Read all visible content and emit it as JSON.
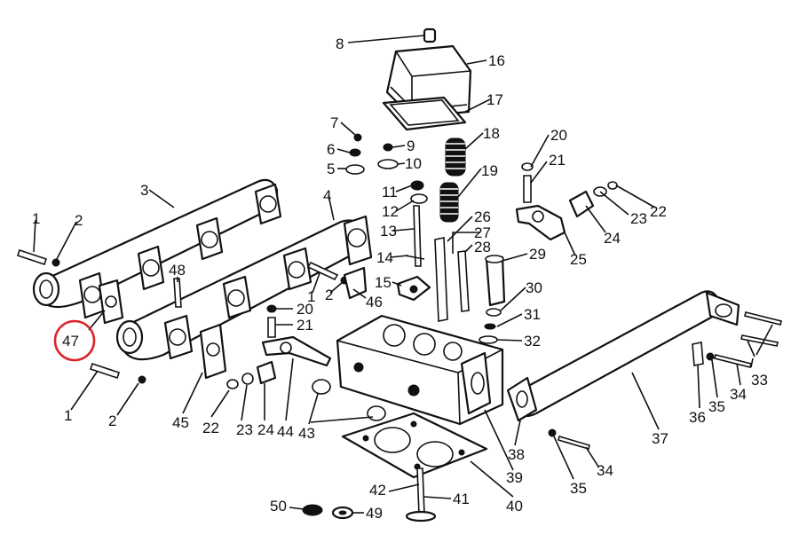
{
  "highlight": {
    "label": "47",
    "color": "#d9252b"
  },
  "labels": [
    "8",
    "16",
    "17",
    "18",
    "19",
    "20",
    "21",
    "22",
    "23",
    "24",
    "25",
    "26",
    "27",
    "28",
    "29",
    "30",
    "31",
    "32",
    "7",
    "6",
    "5",
    "9",
    "10",
    "11",
    "12",
    "13",
    "14",
    "15",
    "3",
    "4",
    "1",
    "2",
    "48",
    "46",
    "1",
    "2",
    "20",
    "21",
    "45",
    "22",
    "23",
    "24",
    "44",
    "43",
    "1",
    "2",
    "37",
    "33",
    "34",
    "35",
    "36",
    "38",
    "34",
    "35",
    "39",
    "40",
    "41",
    "42",
    "50",
    "49"
  ]
}
